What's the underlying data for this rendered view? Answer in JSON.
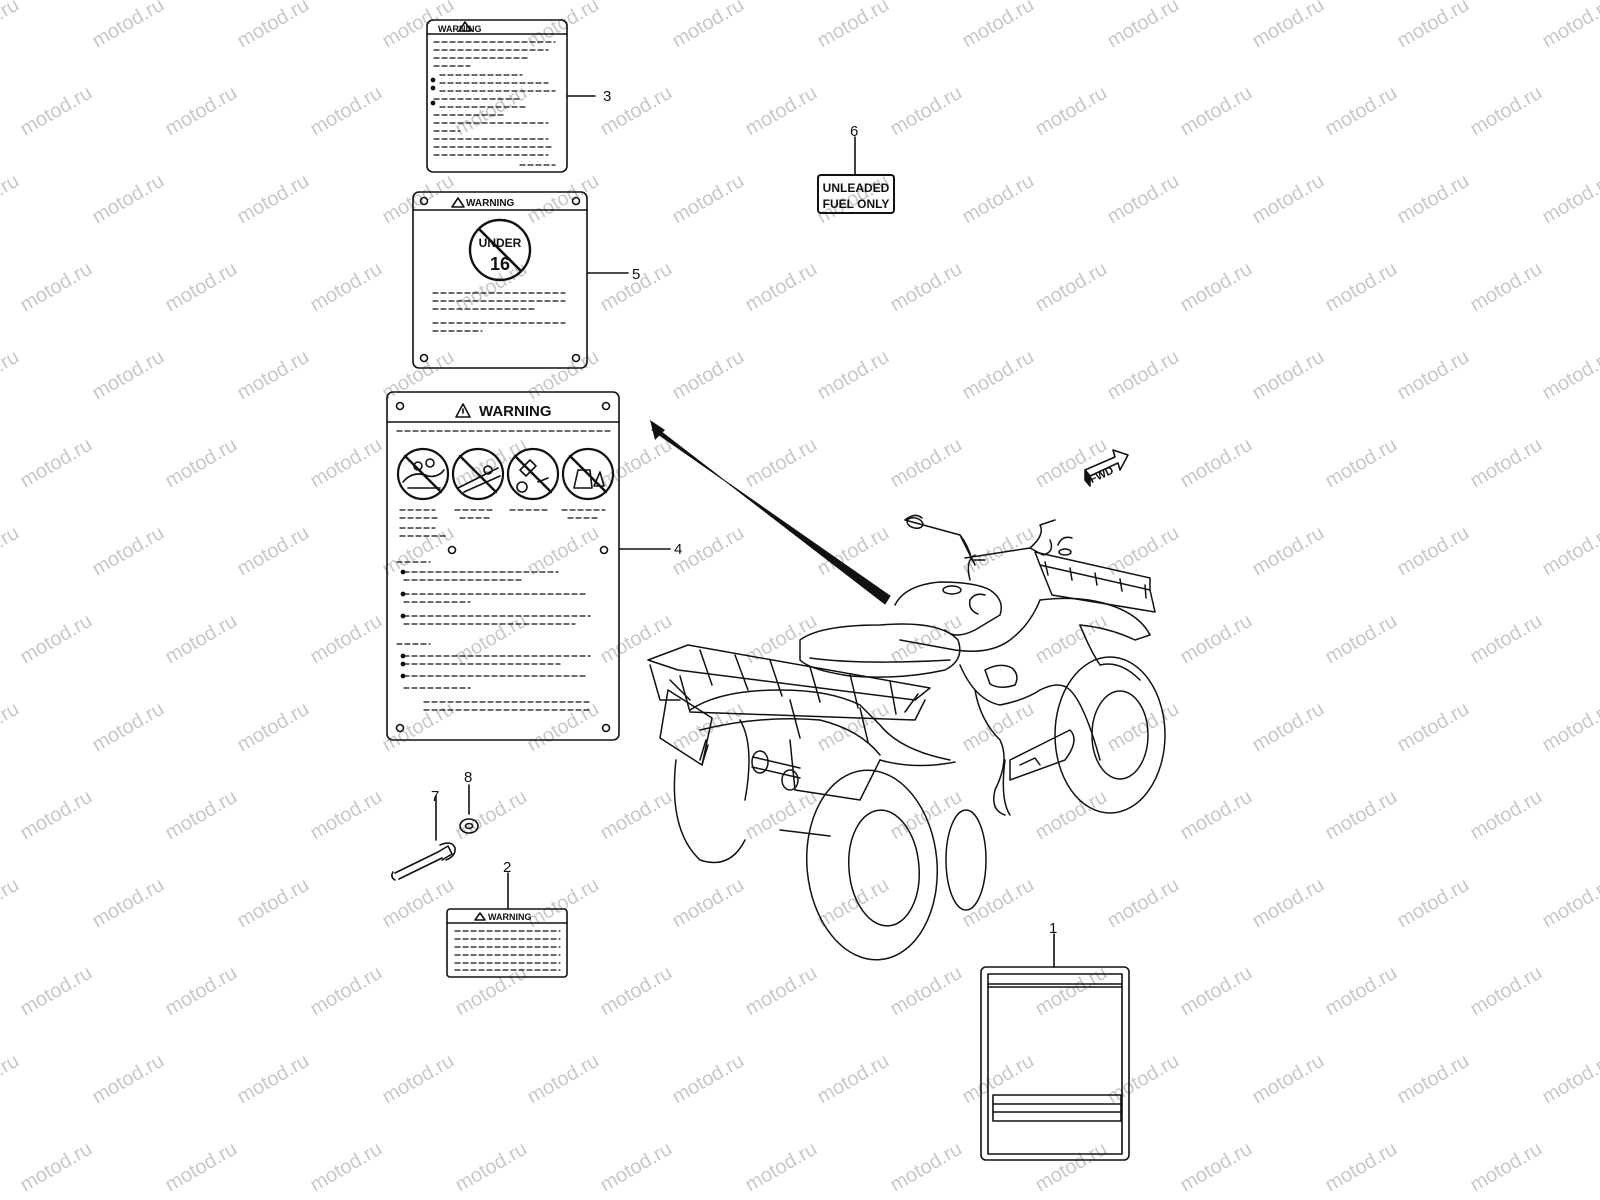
{
  "watermark": {
    "text": "motod.ru",
    "color": "#c8c8c8"
  },
  "labels": {
    "warning_text": "WARNING",
    "under_text": "UNDER",
    "age_text": "16",
    "fuel_line1": "UNLEADED",
    "fuel_line2": "FUEL ONLY",
    "fwd_text": "FWD"
  },
  "callouts": {
    "c1": "1",
    "c2": "2",
    "c3": "3",
    "c4": "4",
    "c5": "5",
    "c6": "6",
    "c7": "7",
    "c8": "8"
  },
  "icons": {
    "warning": "warning-triangle-icon",
    "no_passenger": "no-passenger-icon",
    "no_road": "no-road-icon",
    "no_alcohol": "no-alcohol-icon",
    "no_under16": "no-under-16-icon",
    "forward_arrow": "forward-arrow-icon"
  },
  "colors": {
    "line": "#111111",
    "background": "#ffffff"
  }
}
